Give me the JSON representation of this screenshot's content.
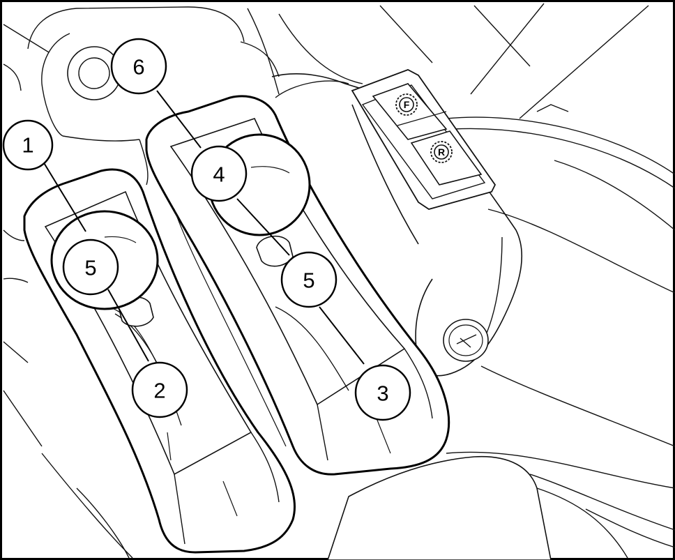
{
  "diagram": {
    "callouts": [
      {
        "id": "c1",
        "label": "1"
      },
      {
        "id": "c2",
        "label": "2"
      },
      {
        "id": "c3",
        "label": "3"
      },
      {
        "id": "c4",
        "label": "4"
      },
      {
        "id": "c5a",
        "label": "5"
      },
      {
        "id": "c5b",
        "label": "5"
      },
      {
        "id": "c6",
        "label": "6"
      }
    ],
    "switch_panel": {
      "forward_label": "F",
      "reverse_label": "R"
    }
  }
}
